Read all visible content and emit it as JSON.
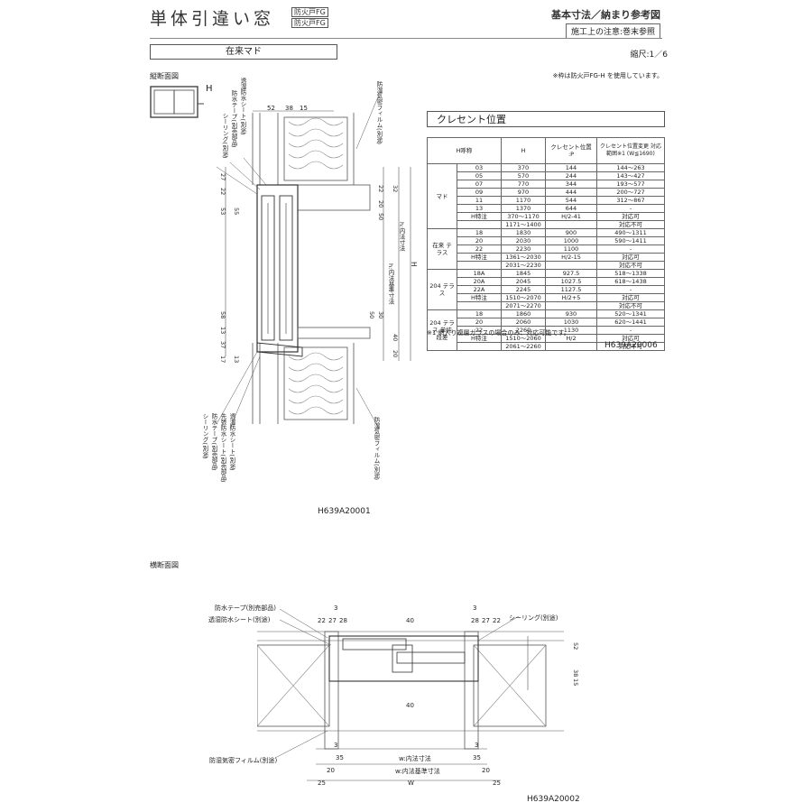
{
  "header": {
    "title": "単体引違い窓",
    "badge_1": "防火戸FG",
    "badge_2": "防火戸FG",
    "ref_title": "基本寸法／納まり参考図",
    "ref_note": "施工上の注意:巻末参照"
  },
  "section": {
    "name": "在来マド",
    "scale": "縮尺:1／6"
  },
  "vertical": {
    "title": "縦断面図",
    "h_label": "H",
    "frame_note": "※枠は防火戸FG-H を使用しています。",
    "labels_top": [
      "シーリング(別途)",
      "防水テープ(別売部品)",
      "透湿防水シート(別途)"
    ],
    "label_film_top": "防湿気密フィルム(別途)",
    "labels_bottom": [
      "シーリング(別途)",
      "防水テープ(別売部品)",
      "先張防水シート(別売部品)",
      "透湿防水シート(別途)"
    ],
    "label_film_bottom": "防湿気密フィルム(別途)",
    "dims_top": [
      "52",
      "38",
      "15"
    ],
    "dims_left": [
      "27",
      "22",
      "53",
      "55",
      "58",
      "13",
      "37",
      "17",
      "13"
    ],
    "dims_right": [
      "22",
      "32",
      "20",
      "50",
      "30",
      "50",
      "40",
      "20"
    ],
    "dim_h": "H",
    "dim_h_inner": "h:内法寸法",
    "dim_h_base": "h:内法基準寸法",
    "code": "H639A20001"
  },
  "crescent": {
    "title": "クレセント位置",
    "headers": [
      "H呼称",
      "H",
      "クレセント位置 :P",
      "クレセント位置変更 対応範囲※1 (W≦1690)"
    ],
    "groups": [
      {
        "name": "マド",
        "rows": [
          [
            "03",
            "370",
            "144",
            "144～263"
          ],
          [
            "05",
            "570",
            "244",
            "143～427"
          ],
          [
            "07",
            "770",
            "344",
            "193～577"
          ],
          [
            "09",
            "970",
            "444",
            "200～727"
          ],
          [
            "11",
            "1170",
            "544",
            "312～867"
          ],
          [
            "13",
            "1370",
            "644",
            "-"
          ],
          [
            "H特注",
            "370～1170",
            "H/2-41",
            "対応可"
          ],
          [
            "",
            "1171～1400",
            "",
            "対応不可"
          ]
        ]
      },
      {
        "name": "在来 テラス",
        "rows": [
          [
            "18",
            "1830",
            "900",
            "490～1311"
          ],
          [
            "20",
            "2030",
            "1000",
            "590～1411"
          ],
          [
            "22",
            "2230",
            "1100",
            "-"
          ],
          [
            "H特注",
            "1361～2030",
            "H/2-15",
            "対応可"
          ],
          [
            "",
            "2031～2230",
            "",
            "対応不可"
          ]
        ]
      },
      {
        "name": "204 テラス",
        "rows": [
          [
            "18A",
            "1845",
            "927.5",
            "518～1338"
          ],
          [
            "20A",
            "2045",
            "1027.5",
            "618～1438"
          ],
          [
            "22A",
            "2245",
            "1127.5",
            "-"
          ],
          [
            "H特注",
            "1510～2070",
            "H/2+5",
            "対応可"
          ],
          [
            "",
            "2071～2270",
            "",
            "対応不可"
          ]
        ]
      },
      {
        "name": "204 テラス 単純段差",
        "rows": [
          [
            "18",
            "1860",
            "930",
            "520～1341"
          ],
          [
            "20",
            "2060",
            "1030",
            "620～1441"
          ],
          [
            "22",
            "2260",
            "1130",
            "-"
          ],
          [
            "H特注",
            "1510～2060",
            "H/2",
            "対応可"
          ],
          [
            "",
            "2061～2260",
            "",
            "対応不可"
          ]
        ]
      }
    ],
    "footnote": "※1 網入り複層ガラスの場合のみ、対応可能です。",
    "code": "H639A20006"
  },
  "horizontal": {
    "title": "横断面図",
    "label_tape": "防水テープ(別売部品)",
    "label_sheet": "透湿防水シート(別途)",
    "label_seal": "シーリング(別途)",
    "label_film": "防湿気密フィルム(別途)",
    "dims_top_left": [
      "3",
      "22",
      "27",
      "28"
    ],
    "dims_top_mid": "40",
    "dims_top_right": [
      "3",
      "28",
      "27",
      "22"
    ],
    "dims_right": [
      "52",
      "15",
      "38"
    ],
    "dim_mid_40": "40",
    "dims_bottom": [
      "3",
      "35",
      "w:内法寸法",
      "35",
      "3",
      "20",
      "w:内法基準寸法",
      "20",
      "25",
      "W",
      "25"
    ],
    "code": "H639A20002"
  }
}
